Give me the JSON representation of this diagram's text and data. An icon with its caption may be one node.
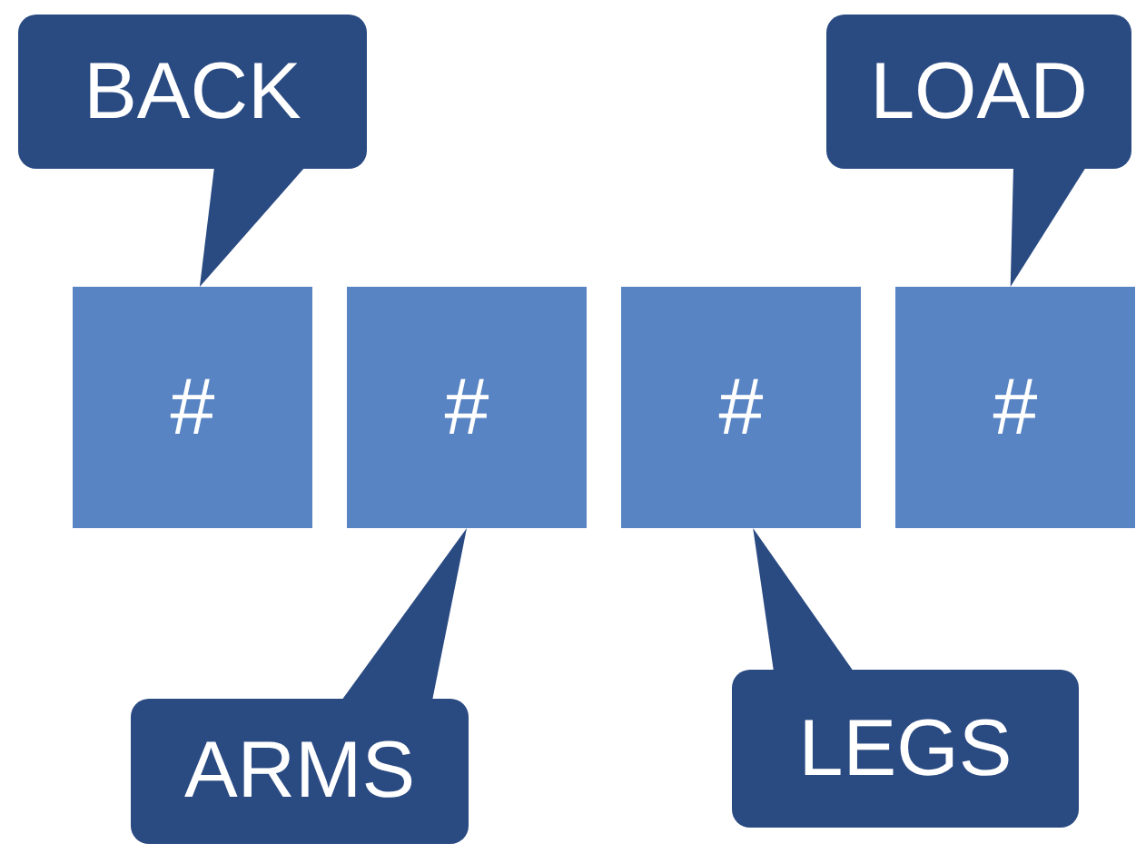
{
  "diagram": {
    "nodes": [
      {
        "text": [
          "BACK"
        ]
      },
      {
        "text": [
          "LOAD"
        ]
      },
      {
        "text": [
          "#"
        ]
      },
      {
        "text": [
          "#"
        ]
      },
      {
        "text": [
          "#"
        ]
      },
      {
        "text": [
          "#"
        ]
      },
      {
        "text": [
          "ARMS"
        ]
      },
      {
        "text": [
          "LEGS"
        ]
      }
    ],
    "edges": [
      {
        "from": 0,
        "to": 2,
        "arrow": "to"
      },
      {
        "from": 1,
        "to": 5,
        "arrow": "to"
      },
      {
        "from": 6,
        "to": 3,
        "arrow": "to"
      },
      {
        "from": 7,
        "to": 4,
        "arrow": "to"
      }
    ]
  }
}
